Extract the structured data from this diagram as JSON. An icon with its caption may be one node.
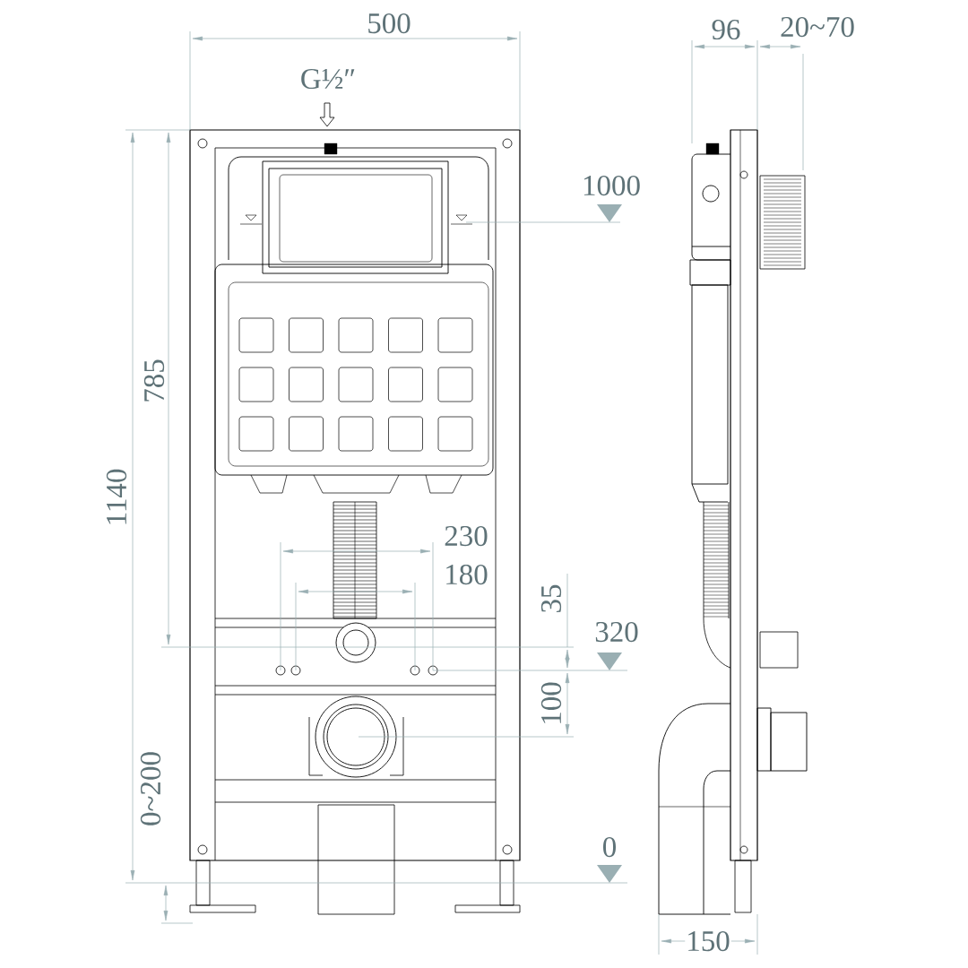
{
  "diagram": {
    "labels": [
      "500",
      "96",
      "20~70",
      "G½″",
      "1000",
      "785",
      "1140",
      "230",
      "180",
      "35",
      "320",
      "100",
      "0~200",
      "0",
      "150"
    ]
  }
}
